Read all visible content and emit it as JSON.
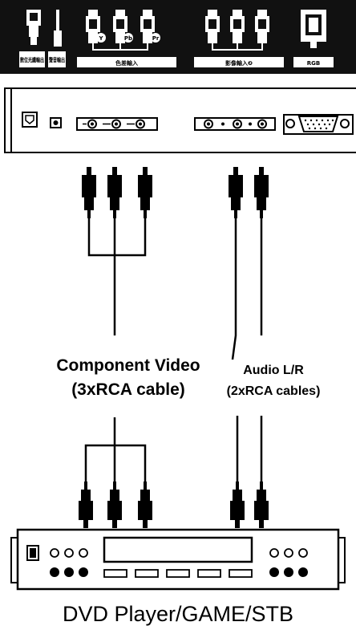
{
  "top_panel": {
    "labels": {
      "digital_out": "數位光纖輸出",
      "audio_out": "聲音輸出",
      "component_in": "色差輸入",
      "video_in": "影像輸入❷",
      "rgb": "RGB"
    },
    "component_jack_marks": [
      "Y",
      "Pb",
      "Pr"
    ],
    "colors": {
      "bar": "#111111",
      "label_bg": "#ffffff"
    }
  },
  "cables": {
    "component": {
      "line1": "Component Video",
      "line2": "(3xRCA cable)"
    },
    "audio": {
      "line1": "Audio L/R",
      "line2": "(2xRCA cables)"
    }
  },
  "device": {
    "caption": "DVD Player/GAME/STB"
  },
  "colors": {
    "ink": "#000000",
    "panel": "#ffffff"
  }
}
